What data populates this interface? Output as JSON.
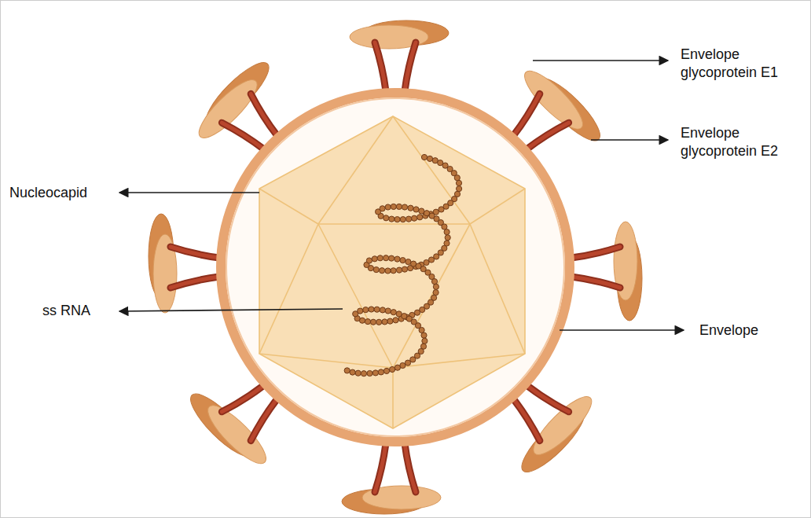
{
  "diagram": {
    "labels": [
      "Envelope glycoprotein E1",
      "Envelope glycoprotein E2",
      "Nucleocapid",
      "ss RNA",
      "Envelope"
    ]
  }
}
